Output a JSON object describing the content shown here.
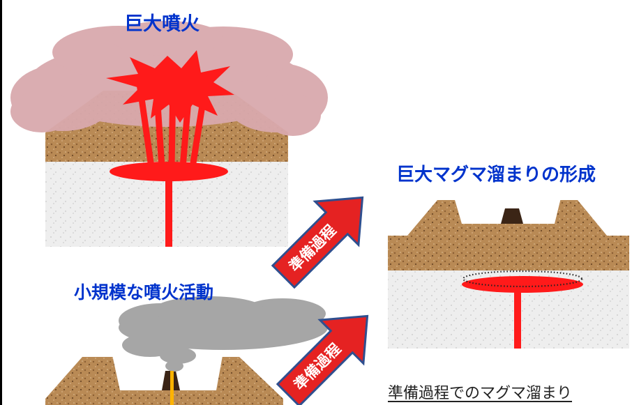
{
  "labels": {
    "big_eruption": "巨大噴火",
    "giant_chamber": "巨大マグマ溜まりの形成",
    "small_activity": "小規模な噴火活動"
  },
  "arrows": {
    "upper": "準備過程",
    "lower": "準備過程"
  },
  "caption": "準備過程でのマグマ溜まり",
  "colors": {
    "label_blue": "#0033cc",
    "magma_red": "#ff1a1a",
    "conduit_orange": "#ffb300",
    "arrow_fill": "#e52222",
    "arrow_outline": "#2f4f8f",
    "crust_brown": "#b98a55",
    "basement_gray": "#eeeeee",
    "ash_pink": "#d9a9ad",
    "ash_gray": "#a6a6a6"
  }
}
